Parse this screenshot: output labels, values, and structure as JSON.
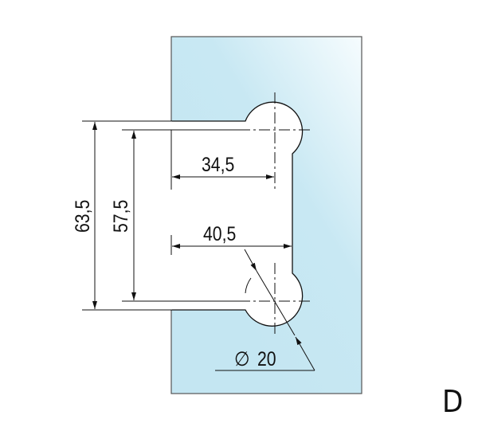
{
  "diagram": {
    "dimensions": {
      "total_height": "63,5",
      "center_height": "57,5",
      "top_depth": "34,5",
      "bottom_depth": "40,5",
      "diameter": "20"
    },
    "diameter_symbol": "∅",
    "variant_label": "D"
  },
  "colors": {
    "glass_light": "#f4fbfd",
    "glass_dark": "#c4e6f2",
    "line": "#111111",
    "outline": "#555555"
  }
}
